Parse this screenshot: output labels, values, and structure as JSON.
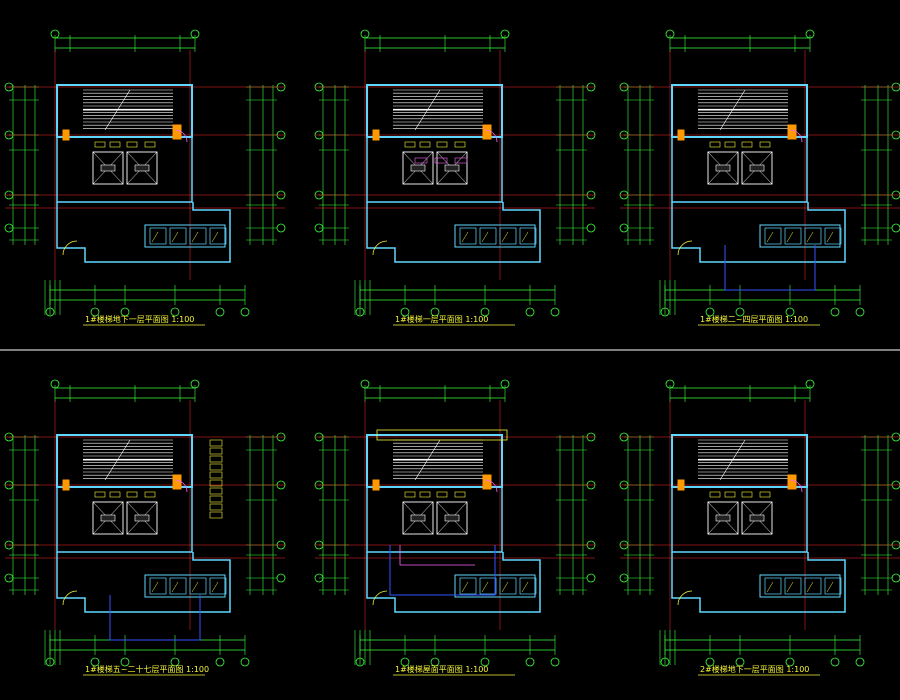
{
  "drawing": {
    "background": "#000000",
    "colors": {
      "grid": "#ff2a2a",
      "dimension": "#3cff3c",
      "wall": "#5fd7ff",
      "stair": "#ffffff",
      "door": "#ff66ff",
      "elevator": "#ffffff",
      "annotation": "#f5f53a",
      "accent": "#ff9900",
      "blue": "#3355ff",
      "separator": "#ffffff"
    },
    "plans": [
      {
        "id": "plan-1",
        "caption": "1#楼梯地下一层平面图 1:100",
        "variant": "basement"
      },
      {
        "id": "plan-2",
        "caption": "1#楼梯一层平面图 1:100",
        "variant": "ground"
      },
      {
        "id": "plan-3",
        "caption": "1#楼梯二~四层平面图 1:100",
        "variant": "typical"
      },
      {
        "id": "plan-4",
        "caption": "1#楼梯五~二十七层平面图 1:100",
        "variant": "upper"
      },
      {
        "id": "plan-5",
        "caption": "1#楼梯屋面平面图 1:100",
        "variant": "roof"
      },
      {
        "id": "plan-6",
        "caption": "2#楼梯地下一层平面图 1:100",
        "variant": "basement2"
      }
    ]
  }
}
